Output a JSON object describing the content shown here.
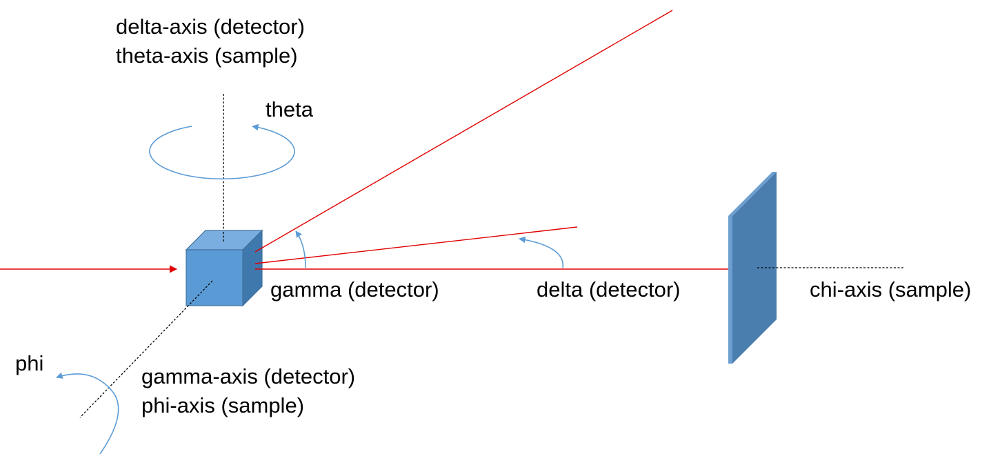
{
  "labels": {
    "vertical_axis": [
      "delta-axis (detector)",
      "theta-axis (sample)"
    ],
    "theta": "theta",
    "gamma": "gamma (detector)",
    "delta": "delta (detector)",
    "chi_axis": "chi-axis (sample)",
    "phi": "phi",
    "horizontal_axis": [
      "gamma-axis (detector)",
      "phi-axis (sample)"
    ]
  },
  "colors": {
    "beam": "#e00000",
    "arrow": "#5b9bd5",
    "cube_front": "#5b9bd5",
    "cube_top": "#7aaee0",
    "cube_side": "#3f78ad",
    "cube_edge": "#41719c",
    "detector_face": "#4a7eae",
    "detector_edge": "#6c9fcf",
    "axis_line": "#000000"
  }
}
